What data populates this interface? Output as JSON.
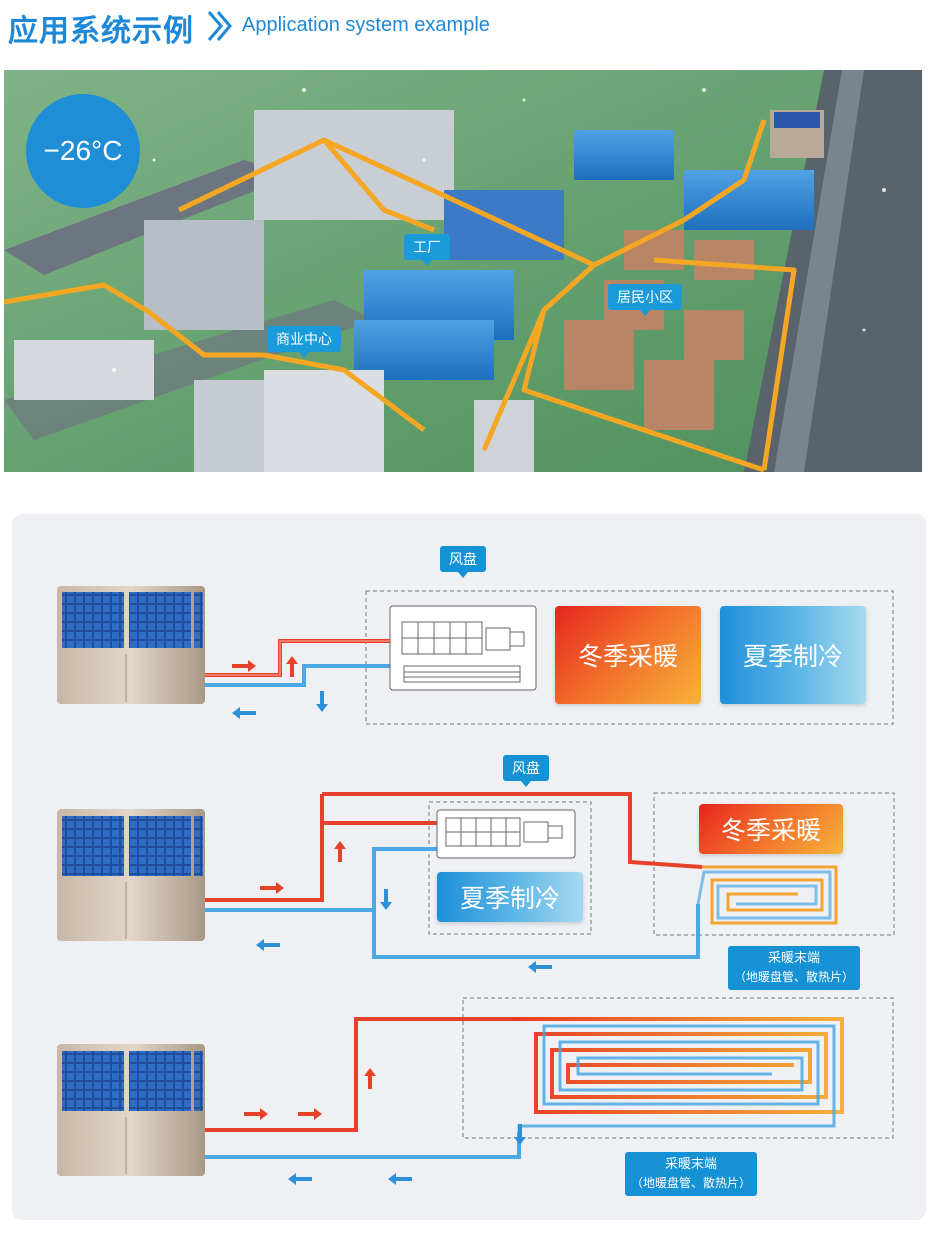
{
  "header": {
    "title_cn": "应用系统示例",
    "title_en": "Application system example"
  },
  "scene": {
    "temperature": "−26°C",
    "places": {
      "factory": "工厂",
      "residential": "居民小区",
      "commercial": "商业中心"
    }
  },
  "diagrams": {
    "d1": {
      "fan_coil": "风盘",
      "heat_mode": "冬季采暖",
      "cool_mode": "夏季制冷"
    },
    "d2": {
      "fan_coil": "风盘",
      "heat_mode": "冬季采暖",
      "cool_mode": "夏季制冷",
      "terminal_line1": "采暖末端",
      "terminal_line2": "（地暖盘管、散热片）"
    },
    "d3": {
      "terminal_line1": "采暖末端",
      "terminal_line2": "（地暖盘管、散热片）"
    }
  },
  "colors": {
    "brand_blue": "#1e88d8",
    "hot_pipe": "#e8412a",
    "cold_pipe": "#4aa8e4",
    "panel_bg": "#eef0f3"
  }
}
